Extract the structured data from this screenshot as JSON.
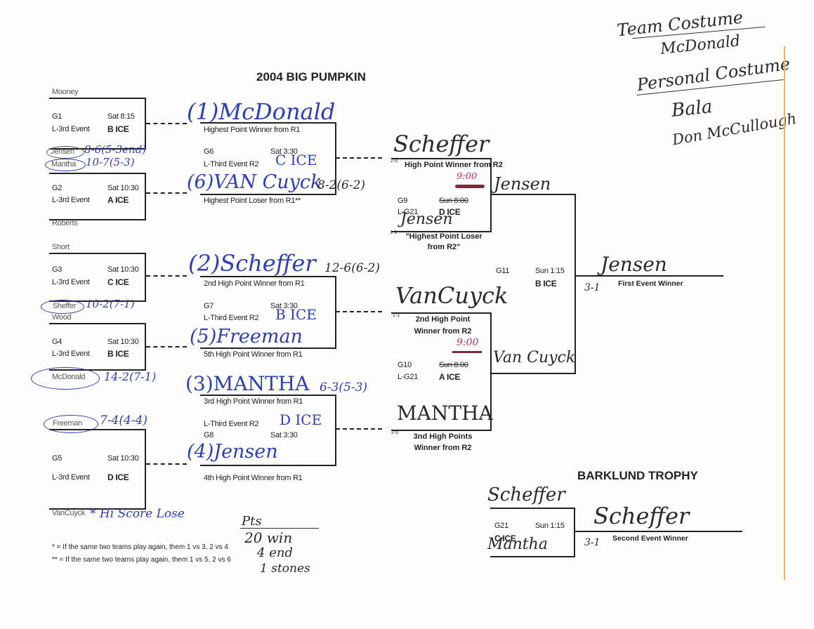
{
  "title": "2004 BIG PUMPKIN",
  "round1": {
    "games": [
      {
        "game": "G1",
        "time": "Sat 8:15",
        "event": "L-3rd Event",
        "ice": "B ICE",
        "top": "Mooney",
        "bottom": "Jensen"
      },
      {
        "game": "G2",
        "time": "Sat 10:30",
        "event": "L-3rd Event",
        "ice": "A ICE",
        "top": "Mantha",
        "bottom": "Roberts"
      },
      {
        "game": "G3",
        "time": "Sat 10:30",
        "event": "L-3rd Event",
        "ice": "C ICE",
        "top": "Short",
        "bottom": "Sheffer"
      },
      {
        "game": "G4",
        "time": "Sat 10:30",
        "event": "L-3rd Event",
        "ice": "B ICE",
        "top": "Wood",
        "bottom": "McDonald"
      },
      {
        "game": "G5",
        "time": "Sat 10:30",
        "event": "L-3rd Event",
        "ice": "D ICE",
        "top": "Freeman",
        "bottom": "VanCuyck"
      }
    ],
    "scores": {
      "jensen": "8-6(5-3end)",
      "mantha": "10-7(5-3)",
      "sheffer": "10-2(7-1)",
      "mcdonald": "14-2(7-1)",
      "freeman": "7-4(4-4)",
      "vancuyck_note": "* Hi Score Lose"
    }
  },
  "round2": {
    "games": [
      {
        "game": "G6",
        "time": "Sat 3:30",
        "event": "L-Third Event R2",
        "ice": "C ICE",
        "top_label": "Highest Point Winner from R1",
        "bottom_label": "Highest Point Loser from R1**",
        "top": "(1)McDonald",
        "bottom": "(6)VAN Cuyck",
        "score": "8-2(6-2)"
      },
      {
        "game": "G7",
        "time": "Sat 3:30",
        "event": "L-Third Event R2",
        "ice": "B ICE",
        "top_label": "2nd High Point Winner from R1",
        "bottom_label": "5th High Point Winner from R1",
        "top": "(2)Scheffer",
        "bottom": "(5)Freeman",
        "score": "12-6(6-2)"
      },
      {
        "game": "G8",
        "time": "Sat 3:30",
        "event": "L-Third Event R2",
        "ice": "D ICE",
        "top_label": "3rd High Point Winner from R1",
        "bottom_label": "4th High Point Winner from R1",
        "top": "(3)MANTHA",
        "bottom": "(4)Jensen",
        "score": "6-3(5-3)"
      }
    ]
  },
  "round3": {
    "games": [
      {
        "game": "G9",
        "time": "Sun 8:00",
        "new_time": "9:00",
        "event": "L-G21",
        "ice": "D ICE",
        "top_label": "High Point Winner from R2",
        "bottom_label": "\"Highest Point Loser from R2\"",
        "top": "Scheffer",
        "bottom": "Jensen",
        "top_rec": "2-0",
        "bottom_rec": "1-1"
      },
      {
        "game": "G10",
        "time": "Sun 8:00",
        "new_time": "9:00",
        "event": "L-G21",
        "ice": "A ICE",
        "top_label": "2nd High Point Winner from R2",
        "bottom_label": "3nd High Points Winner from R2",
        "top": "VanCuyck",
        "bottom": "MANTHA",
        "top_rec": "1-1",
        "bottom_rec": "2-0"
      }
    ]
  },
  "final": {
    "game": "G11",
    "time": "Sun 1:15",
    "ice": "B ICE",
    "top": "Jensen",
    "bottom": "Van Cuyck",
    "winner": "Jensen",
    "score": "3-1",
    "label": "First Event Winner"
  },
  "barklund": {
    "title": "BARKLUND TROPHY",
    "game": "G21",
    "time": "Sun 1:15",
    "ice": "C ICE",
    "top": "Scheffer",
    "bottom": "Mantha",
    "winner": "Scheffer",
    "score": "3-1",
    "label": "Second Event Winner"
  },
  "footnotes": [
    "* = If the same two teams play again, them 1 vs 3, 2 vs 4",
    "** = If the same two teams play again, them 1 vs 5, 2 vs 6"
  ],
  "points": {
    "heading": "Pts",
    "lines": [
      "20 win",
      "4 end",
      "1 stones"
    ]
  },
  "costumes": {
    "team_heading": "Team Costume",
    "team_winner": "McDonald",
    "personal_heading": "Personal Costume",
    "personal_winners": [
      "Bala",
      "Don McCullough"
    ]
  }
}
